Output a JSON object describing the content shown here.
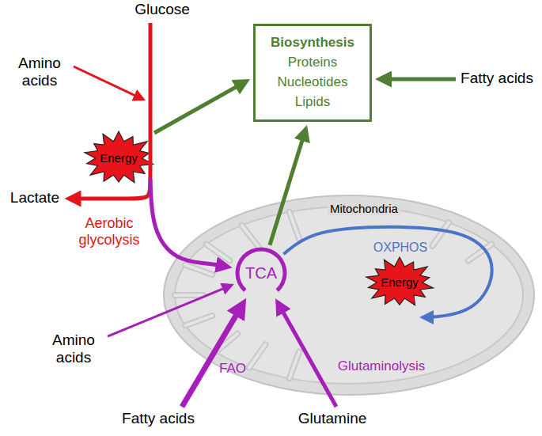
{
  "diagram": {
    "nodes": [
      {
        "text": [
          "Glucose"
        ]
      },
      {
        "text": [
          "Amino acids"
        ]
      },
      {
        "text": [
          "Biosynthesis",
          "Proteins Nucleotides Lipids"
        ]
      },
      {
        "text": [
          "Fatty acids"
        ]
      },
      {
        "text": [
          "Energy"
        ]
      },
      {
        "text": [
          "Lactate"
        ]
      },
      {
        "text": [
          "Mitochondria"
        ]
      },
      {
        "text": [
          "TCA"
        ],
        "in": 6
      },
      {
        "text": [
          "Energy"
        ],
        "in": 6
      },
      {
        "text": [
          "Amino acids"
        ]
      },
      {
        "text": [
          "Fatty acids"
        ]
      },
      {
        "text": [
          "Glutamine"
        ]
      }
    ],
    "edges": [
      {
        "from": 0,
        "to": 5,
        "arrow": "to",
        "label": "Aerobic glycolysis"
      },
      {
        "from": 1,
        "to": 5,
        "arrow": "to"
      },
      {
        "from": 0,
        "to": 2,
        "arrow": "to"
      },
      {
        "from": 0,
        "to": 7,
        "arrow": "to"
      },
      {
        "from": 3,
        "to": 2,
        "arrow": "to"
      },
      {
        "from": 7,
        "to": 2,
        "arrow": "to"
      },
      {
        "from": 7,
        "to": 8,
        "arrow": "to",
        "label": "OXPHOS"
      },
      {
        "from": 9,
        "to": 7,
        "arrow": "to"
      },
      {
        "from": 10,
        "to": 7,
        "arrow": "to",
        "label": "FAO"
      },
      {
        "from": 11,
        "to": 7,
        "arrow": "to",
        "label": "Glutaminolysis"
      }
    ]
  }
}
